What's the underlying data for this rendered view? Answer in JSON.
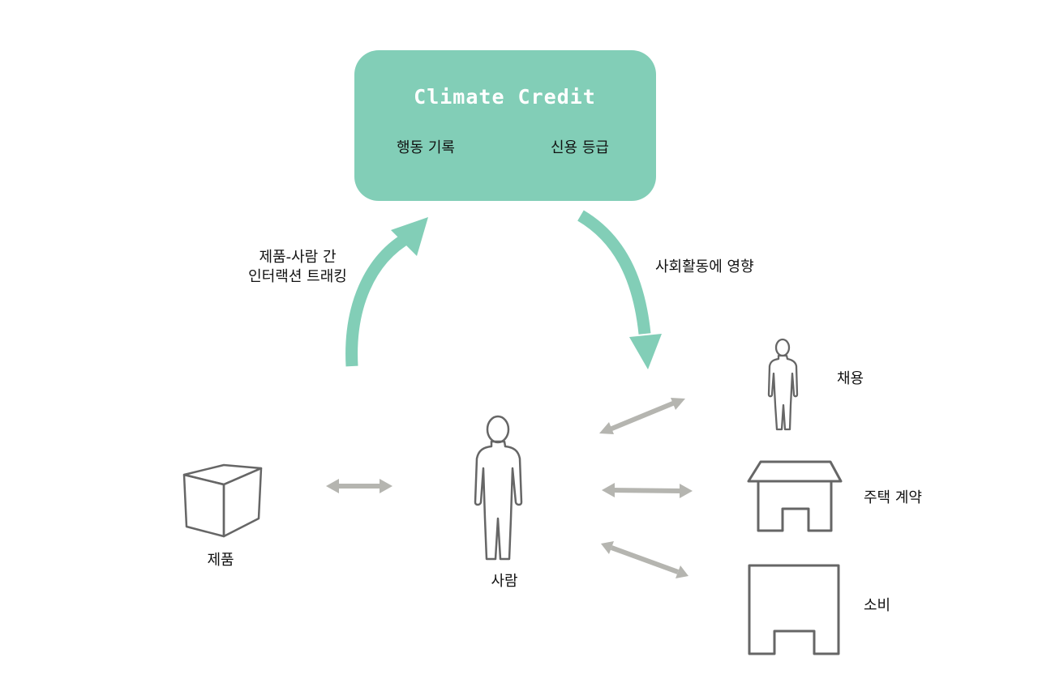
{
  "card": {
    "title": "Climate Credit",
    "from": "행동 기록",
    "to": "신용 등급"
  },
  "flows": {
    "up": [
      "제품-사람 간",
      "인터랙션 트래킹"
    ],
    "down": "사회활동에 영향"
  },
  "nodes": {
    "product": "제품",
    "person": "사람"
  },
  "outcomes": [
    {
      "label": "채용",
      "icon": "person-icon"
    },
    {
      "label": "주택 계약",
      "icon": "house-icon"
    },
    {
      "label": "소비",
      "icon": "store-icon"
    }
  ],
  "colors": {
    "accent": "#82ceb7",
    "arrow_gray": "#b5b5b0",
    "outline": "#666666"
  }
}
